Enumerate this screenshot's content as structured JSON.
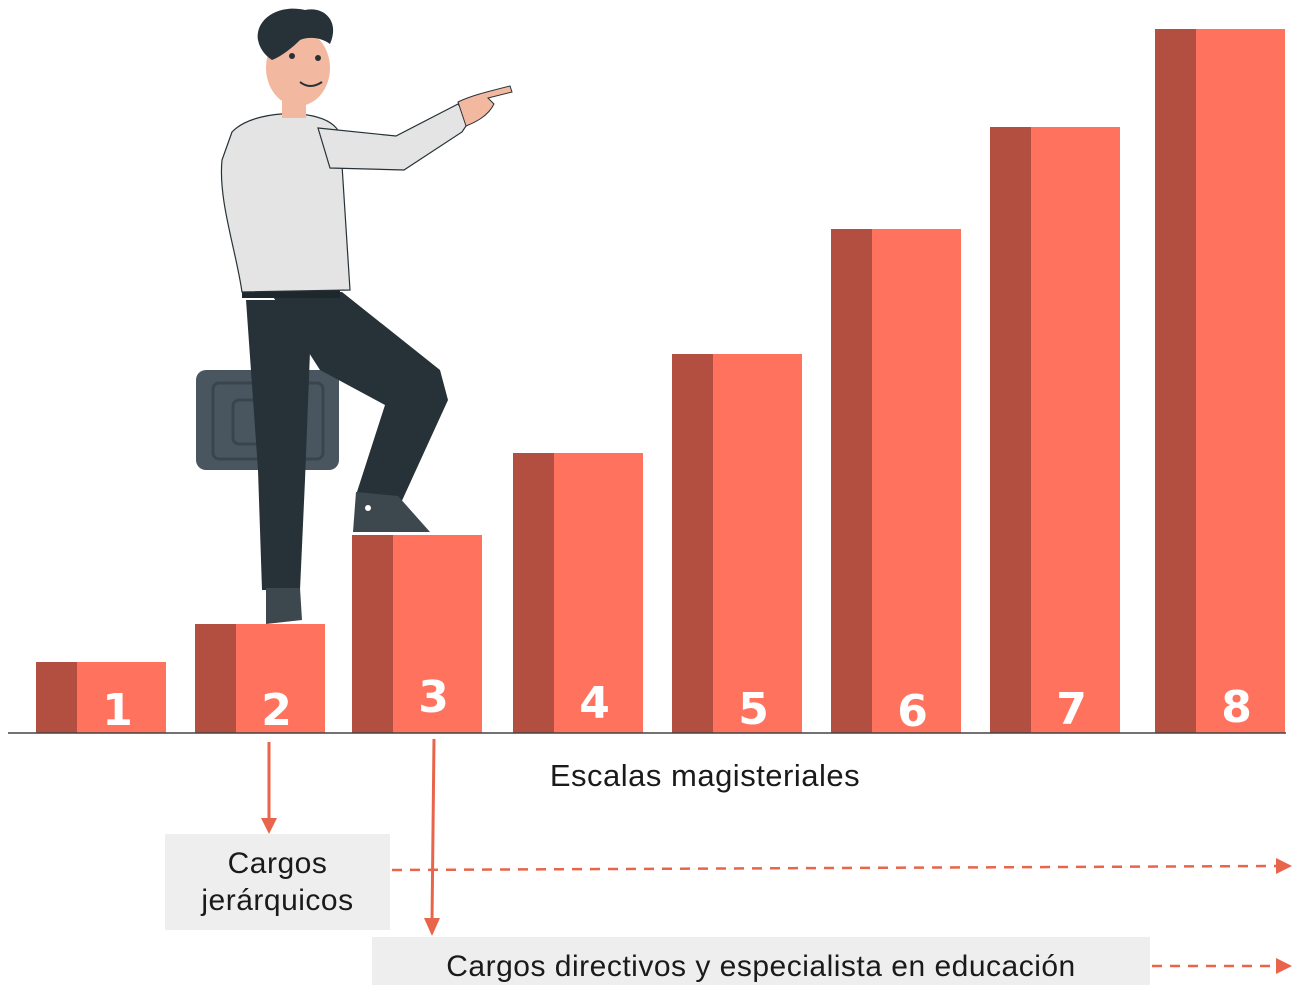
{
  "diagram": {
    "steps": [
      {
        "label": "1",
        "value": 1
      },
      {
        "label": "2",
        "value": 2
      },
      {
        "label": "3",
        "value": 3
      },
      {
        "label": "4",
        "value": 4
      },
      {
        "label": "5",
        "value": 5
      },
      {
        "label": "6",
        "value": 6
      },
      {
        "label": "7",
        "value": 7
      },
      {
        "label": "8",
        "value": 8
      }
    ],
    "axis_caption": "Escalas magisteriales",
    "categories": [
      {
        "label_line1": "Cargos",
        "label_line2": "jerárquicos",
        "from_step": "2"
      },
      {
        "label": "Cargos directivos y especialista en educación",
        "from_step": "3"
      }
    ],
    "colors": {
      "bar_front": "#ff725e",
      "bar_side": "#b34f40",
      "arrow": "#e8654b",
      "box_bg": "#eeeeee"
    },
    "figure": "businessman-climbing-steps-illustration"
  }
}
